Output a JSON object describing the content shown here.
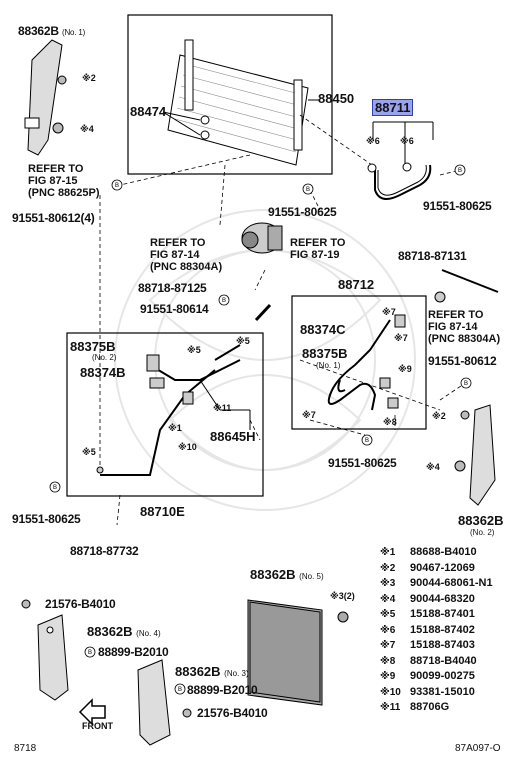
{
  "labels": {
    "p88362b_top": "88362B",
    "p88362b_top_no": "(No. 1)",
    "m2_a": "※2",
    "m4_a": "※4",
    "refer_87_15": [
      "REFER TO",
      "FIG 87-15",
      "(PNC 88625P)"
    ],
    "p91551_80612_4": "91551-80612(4)",
    "p88474": "88474",
    "p88450": "88450",
    "p88711": "88711",
    "m6_a": "※6",
    "m6_b": "※6",
    "p91551_80625_a": "91551-80625",
    "p91551_80625_b": "91551-80625",
    "refer_87_14_a": [
      "REFER TO",
      "FIG 87-14",
      "(PNC 88304A)"
    ],
    "refer_87_19": [
      "REFER TO",
      "FIG 87-19"
    ],
    "p88718_87125": "88718-87125",
    "p91551_80614": "91551-80614",
    "p88375b_l": "88375B",
    "p88375b_l_no": "(No. 2)",
    "p88374b": "88374B",
    "m5_a": "※5",
    "m5_b": "※5",
    "m11": "※11",
    "m1": "※1",
    "m10": "※10",
    "p88645h": "88645H",
    "m5_c": "※5",
    "p88710e": "88710E",
    "p91551_80625_c": "91551-80625",
    "p88718_87732": "88718-87732",
    "p88718_87131": "88718-87131",
    "p88712": "88712",
    "refer_87_14_b": [
      "REFER TO",
      "FIG 87-14",
      "(PNC 88304A)"
    ],
    "p88374c": "88374C",
    "m7_a": "※7",
    "m7_b": "※7",
    "p88375b_r": "88375B",
    "p88375b_r_no": "(No. 1)",
    "p91551_80612_b": "91551-80612",
    "m9": "※9",
    "m7_c": "※7",
    "m8": "※8",
    "m2_b": "※2",
    "m4_b": "※4",
    "p91551_80625_d": "91551-80625",
    "p88362b_r": "88362B",
    "p88362b_r_no": "(No. 2)",
    "p88362b_no5": "88362B",
    "p88362b_no5_no": "(No. 5)",
    "m3_2": "※3(2)",
    "p21576_a": "21576-B4010",
    "p88362b_no4": "88362B",
    "p88362b_no4_no": "(No. 4)",
    "p88899_a": "88899-B2010",
    "p88362b_no3": "88362B",
    "p88362b_no3_no": "(No. 3)",
    "p88899_b": "88899-B2010",
    "front": "FRONT",
    "p21576_b": "21576-B4010",
    "fig_no": "8718",
    "ref_code": "87A097-O",
    "circle_b": "B"
  },
  "legend": [
    {
      "mark": "※1",
      "part": "88688-B4010"
    },
    {
      "mark": "※2",
      "part": "90467-12069"
    },
    {
      "mark": "※3",
      "part": "90044-68061-N1"
    },
    {
      "mark": "※4",
      "part": "90044-68320"
    },
    {
      "mark": "※5",
      "part": "15188-87401"
    },
    {
      "mark": "※6",
      "part": "15188-87402"
    },
    {
      "mark": "※7",
      "part": "15188-87403"
    },
    {
      "mark": "※8",
      "part": "88718-B4040"
    },
    {
      "mark": "※9",
      "part": "90099-00275"
    },
    {
      "mark": "※10",
      "part": "93381-15010"
    },
    {
      "mark": "※11",
      "part": "88706G"
    }
  ],
  "colors": {
    "highlight_fill": "#9aa3ee",
    "highlight_border": "#3040b0",
    "watermark": "#dddddd"
  }
}
